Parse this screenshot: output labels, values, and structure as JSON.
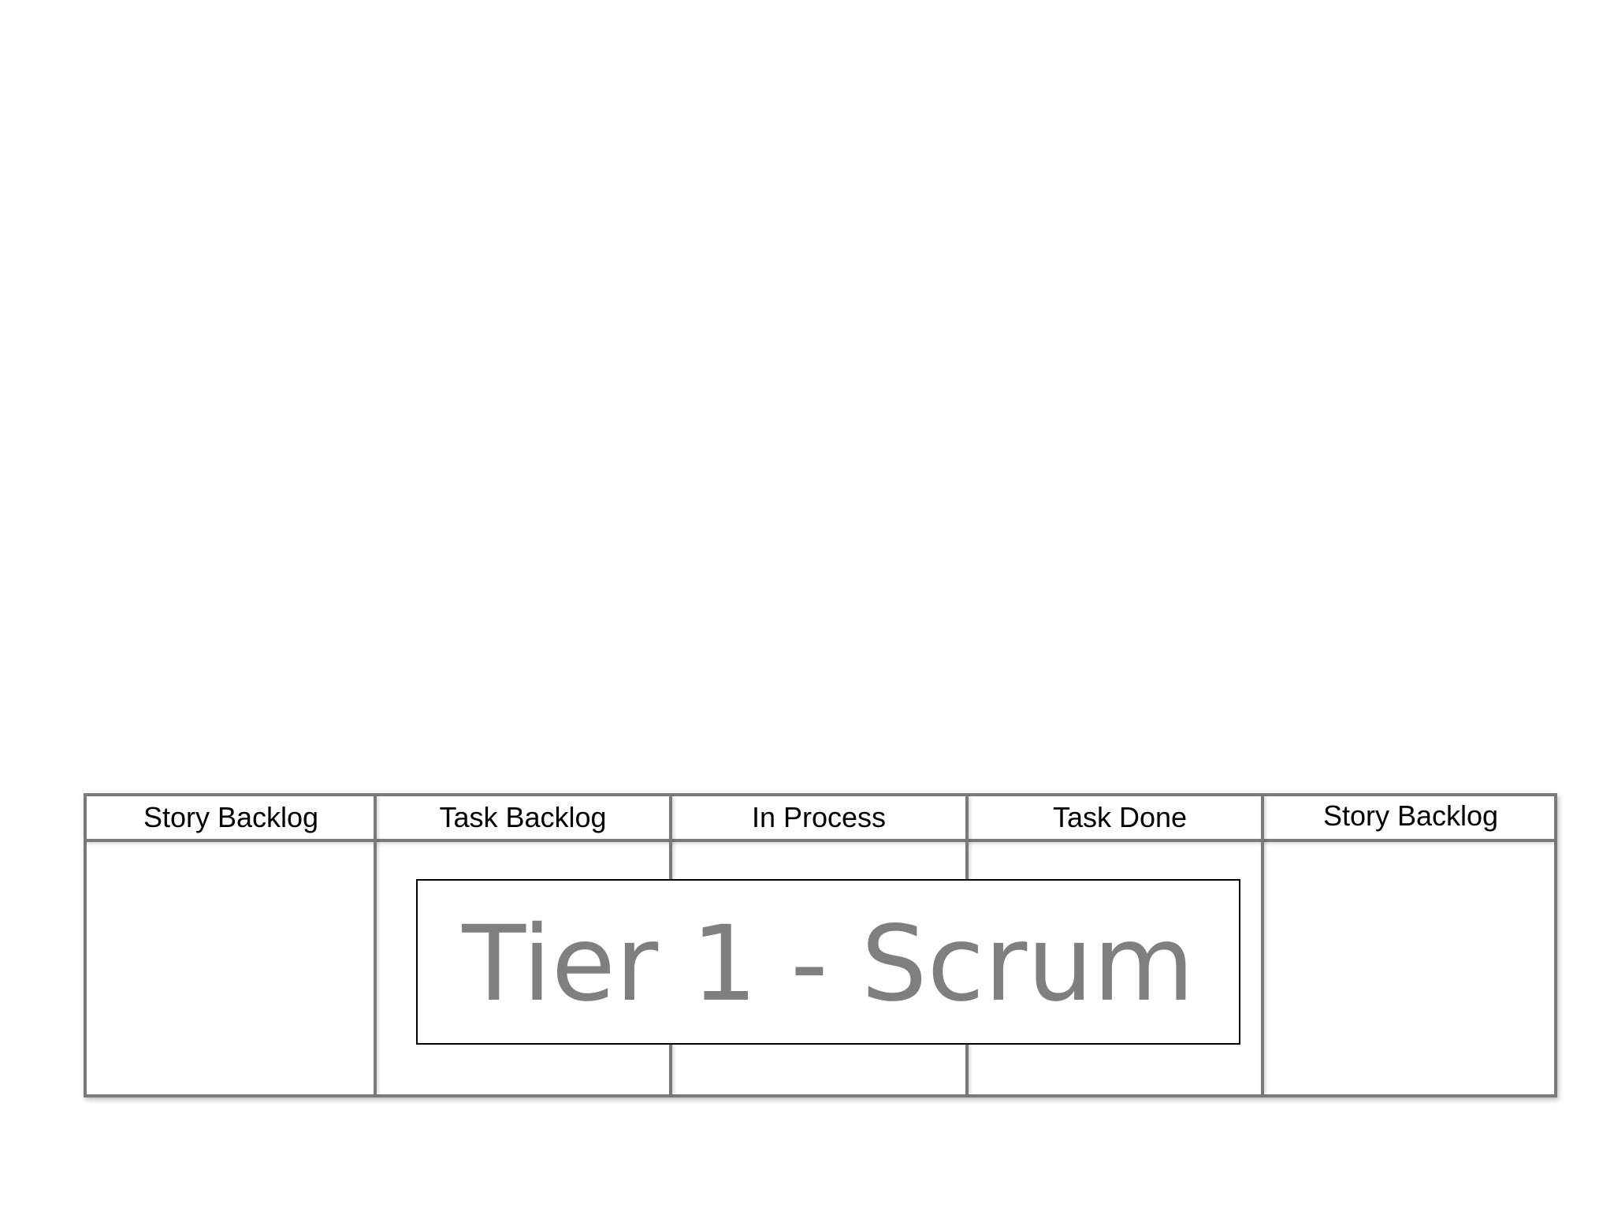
{
  "board": {
    "columns": [
      {
        "label": "Story Backlog"
      },
      {
        "label": "Task Backlog"
      },
      {
        "label": "In Process"
      },
      {
        "label": "Task Done"
      },
      {
        "label": "Story Backlog"
      }
    ]
  },
  "title": "Tier 1 - Scrum",
  "colors": {
    "board_lines": "#7a7a7a",
    "title_text": "#7f7f7f",
    "title_border": "#000000"
  }
}
